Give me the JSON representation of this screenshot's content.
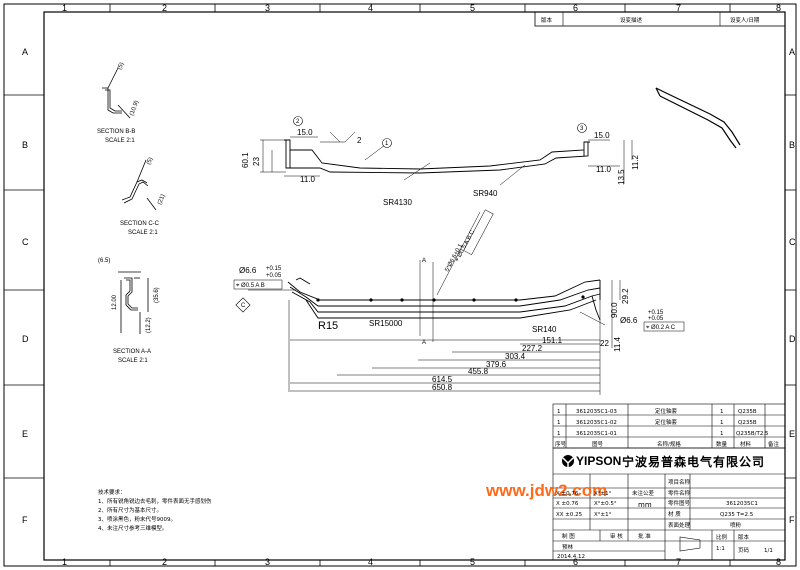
{
  "zones": {
    "columns": [
      "1",
      "2",
      "3",
      "4",
      "5",
      "6",
      "7",
      "8"
    ],
    "rows": [
      "A",
      "B",
      "C",
      "D",
      "E",
      "F"
    ]
  },
  "revision_table": {
    "col_version": "版本",
    "col_desc": "设变描述",
    "col_person": "设变人/日期"
  },
  "sections": {
    "bb_title": "SECTION B-B",
    "bb_scale": "SCALE 2:1",
    "bb_dim1": "(5)",
    "bb_dim2": "(10.9)",
    "cc_title": "SECTION C-C",
    "cc_scale": "SCALE 2:1",
    "cc_dim1": "(5)",
    "cc_dim2": "(21)",
    "aa_title": "SECTION A-A",
    "aa_scale": "SCALE 2:1",
    "aa_dim1": "(6.5)",
    "aa_dim2": "12.00",
    "aa_dim3": "(35.6)",
    "aa_dim4": "(12.2)"
  },
  "side_view": {
    "balloon1": "1",
    "balloon2": "2",
    "balloon3": "3",
    "label2": "2",
    "dim_15_left": "15.0",
    "dim_15_right": "15.0",
    "dim_60_1": "60.1",
    "dim_23": "23",
    "dim_11_left": "11.0",
    "dim_11_right": "11.0",
    "dim_13_5": "13.5",
    "dim_11_2": "11.2",
    "sr4130": "SR4130",
    "sr940": "SR940"
  },
  "top_view": {
    "hole_left": "Ø6.6",
    "hole_left_tol_up": "+0.15",
    "hole_left_tol_dn": "+0.05",
    "fcf_left": "⌖ Ø0.5 A B",
    "datum_c": "C",
    "holes_pattern": "5*Ø6.6+0.1",
    "fcf_mid": "⌖ Ø0.5 A B C",
    "section_a": "A",
    "r15": "R15",
    "sr15000": "SR15000",
    "sr140": "SR140",
    "hole_right": "Ø6.6",
    "hole_right_tol_up": "+0.15",
    "hole_right_tol_dn": "+0.05",
    "fcf_right": "⌖ Ø0.2 A C",
    "dim_90": "90.0",
    "dim_29_2": "29.2",
    "dim_11_4": "11.4",
    "dim_22": "22",
    "dims_x": [
      "151.1",
      "227.2",
      "303.4",
      "379.6",
      "455.8",
      "614.5",
      "650.8"
    ]
  },
  "bom": {
    "rows": [
      {
        "qty": "1",
        "code": "3612035C1-03",
        "name": "定位轴套",
        "num": "1",
        "mat": "Q235B"
      },
      {
        "qty": "1",
        "code": "3612035C1-02",
        "name": "定位轴套",
        "num": "1",
        "mat": "Q235B"
      },
      {
        "qty": "1",
        "code": "3612035C1-01",
        "name": "",
        "num": "1",
        "mat": "Q235B/T2.5"
      }
    ],
    "header": [
      "序号",
      "图号",
      "名称/规格",
      "数量",
      "材料",
      "备注"
    ]
  },
  "title_block": {
    "logo": "YIPSON",
    "company": "宁波易普森电气有限公司",
    "watermark": "www.jdw2.com",
    "project_label": "项目名称",
    "part_label": "零件名称",
    "part_no_label": "零件图号",
    "part_no": "3612035C1",
    "material_label": "材  质",
    "material": "Q235 T=2.5",
    "surface_label": "表面处理",
    "surface": "喷粉",
    "unit": "mm",
    "tol_x": "X ±0.76",
    "tol_xx": "X ±0.5",
    "tol_xxx": "XX ±0.25",
    "tol_ang": "X°±1°",
    "tol_ang2": "X°±0.5°",
    "unspec": "未注公差",
    "drawn": "制  图",
    "check": "审  核",
    "approve": "批  准",
    "designer": "预林",
    "date": "2014.4.12",
    "scale_label": "比例",
    "scale": "1:1",
    "version_label": "版本",
    "pages_label": "页码",
    "pages": "1/1"
  },
  "notes": {
    "title": "技术要求：",
    "items": [
      "1、所有锐角锐边去毛刺，零件表面无手感划伤",
      "2、所有尺寸为基本尺寸。",
      "3、喷涂黑色，粉末代号9009。",
      "4、未注尺寸参考三维模型。"
    ]
  }
}
